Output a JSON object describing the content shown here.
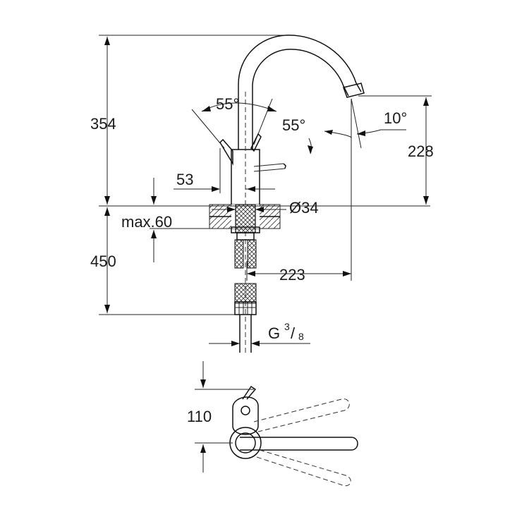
{
  "dimensions": {
    "overall_height": "354",
    "spout_height": "228",
    "lever_angle_front": "55°",
    "lever_angle_side": "55°",
    "spout_tilt": "10°",
    "lever_offset": "53",
    "hole_diameter": "Ø34",
    "counter_thickness": "max.60",
    "hose_length": "450",
    "spout_reach": "223",
    "thread_prefix": "G",
    "thread_num": "3",
    "thread_den": "8",
    "lever_clearance": "110"
  }
}
